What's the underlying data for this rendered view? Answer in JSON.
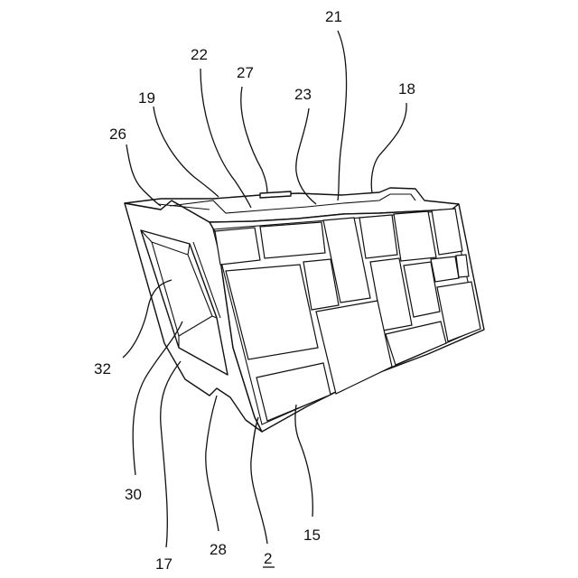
{
  "figure": {
    "reference_numerals": [
      {
        "id": "21",
        "text": "21"
      },
      {
        "id": "22",
        "text": "22"
      },
      {
        "id": "27",
        "text": "27"
      },
      {
        "id": "23",
        "text": "23"
      },
      {
        "id": "18",
        "text": "18"
      },
      {
        "id": "19",
        "text": "19"
      },
      {
        "id": "26",
        "text": "26"
      },
      {
        "id": "32",
        "text": "32"
      },
      {
        "id": "30",
        "text": "30"
      },
      {
        "id": "17",
        "text": "17"
      },
      {
        "id": "28",
        "text": "28"
      },
      {
        "id": "2",
        "text": "2",
        "underlined": true
      },
      {
        "id": "15",
        "text": "15"
      }
    ]
  }
}
